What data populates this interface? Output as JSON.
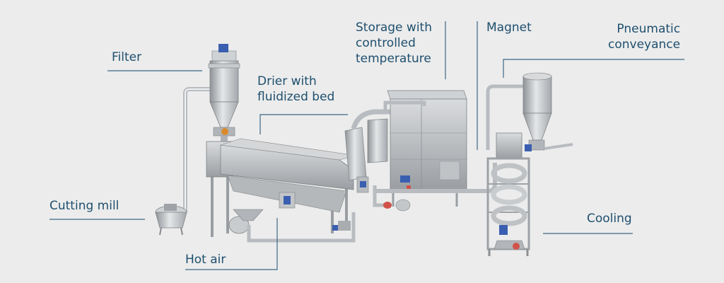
{
  "labels": {
    "filter": "Filter",
    "drier": "Drier with\nfluidized bed",
    "storage": "Storage with\ncontrolled\ntemperature",
    "magnet": "Magnet",
    "pneumatic": "Pneumatic\nconveyance",
    "cutting_mill": "Cutting mill",
    "cooling": "Cooling",
    "hot_air": "Hot air"
  },
  "colors": {
    "label_text": "#1e4f6e",
    "leader_line": "#3b6787",
    "background": "#ececec",
    "steel": "#b9bcc0",
    "motor_blue": "#3a5fb0",
    "motor_orange": "#d98a2b"
  }
}
